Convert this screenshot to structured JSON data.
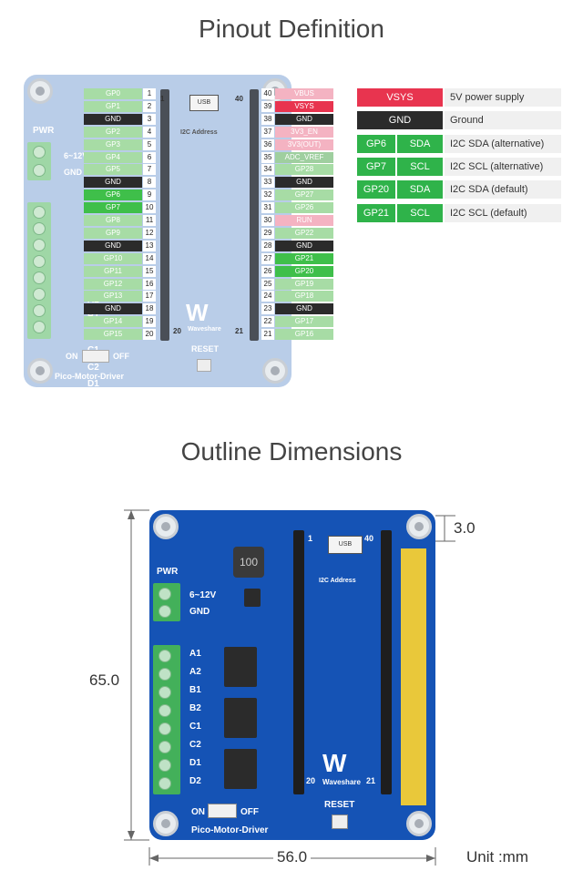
{
  "titles": {
    "pinout": "Pinout Definition",
    "outline": "Outline Dimensions"
  },
  "board": {
    "pwr": "PWR",
    "voltage": "6~12V",
    "gnd": "GND",
    "motor_labels": [
      "A1",
      "A2",
      "B1",
      "B2",
      "C1",
      "C2",
      "D1",
      "D2"
    ],
    "on": "ON",
    "off": "OFF",
    "reset": "RESET",
    "name": "Pico-Motor-Driver",
    "brand": "Waveshare",
    "usb": "USB",
    "i2c_address": "I2C Address",
    "inductor": "100",
    "header_num_top_left": "1",
    "header_num_top_right": "40",
    "header_num_bottom_left": "20",
    "header_num_bottom_right": "21"
  },
  "pins_left": [
    {
      "n": "1",
      "label": "GP0",
      "type": "gp"
    },
    {
      "n": "2",
      "label": "GP1",
      "type": "gp"
    },
    {
      "n": "3",
      "label": "GND",
      "type": "gnd"
    },
    {
      "n": "4",
      "label": "GP2",
      "type": "gp"
    },
    {
      "n": "5",
      "label": "GP3",
      "type": "gp"
    },
    {
      "n": "6",
      "label": "GP4",
      "type": "gp"
    },
    {
      "n": "7",
      "label": "GP5",
      "type": "gp"
    },
    {
      "n": "8",
      "label": "GND",
      "type": "gnd"
    },
    {
      "n": "9",
      "label": "GP6",
      "type": "gpa"
    },
    {
      "n": "10",
      "label": "GP7",
      "type": "gpa"
    },
    {
      "n": "11",
      "label": "GP8",
      "type": "gp"
    },
    {
      "n": "12",
      "label": "GP9",
      "type": "gp"
    },
    {
      "n": "13",
      "label": "GND",
      "type": "gnd"
    },
    {
      "n": "14",
      "label": "GP10",
      "type": "gp"
    },
    {
      "n": "15",
      "label": "GP11",
      "type": "gp"
    },
    {
      "n": "16",
      "label": "GP12",
      "type": "gp"
    },
    {
      "n": "17",
      "label": "GP13",
      "type": "gp"
    },
    {
      "n": "18",
      "label": "GND",
      "type": "gnd"
    },
    {
      "n": "19",
      "label": "GP14",
      "type": "gp"
    },
    {
      "n": "20",
      "label": "GP15",
      "type": "gp"
    }
  ],
  "pins_right": [
    {
      "n": "40",
      "label": "VBUS",
      "type": "pwr"
    },
    {
      "n": "39",
      "label": "VSYS",
      "type": "vsys"
    },
    {
      "n": "38",
      "label": "GND",
      "type": "gnd"
    },
    {
      "n": "37",
      "label": "3V3_EN",
      "type": "pwr"
    },
    {
      "n": "36",
      "label": "3V3(OUT)",
      "type": "pwr"
    },
    {
      "n": "35",
      "label": "ADC_VREF",
      "type": "adc"
    },
    {
      "n": "34",
      "label": "GP28",
      "type": "gp"
    },
    {
      "n": "33",
      "label": "GND",
      "type": "gnd"
    },
    {
      "n": "32",
      "label": "GP27",
      "type": "gp"
    },
    {
      "n": "31",
      "label": "GP26",
      "type": "gp"
    },
    {
      "n": "30",
      "label": "RUN",
      "type": "pwr"
    },
    {
      "n": "29",
      "label": "GP22",
      "type": "gp"
    },
    {
      "n": "28",
      "label": "GND",
      "type": "gnd"
    },
    {
      "n": "27",
      "label": "GP21",
      "type": "gpa"
    },
    {
      "n": "26",
      "label": "GP20",
      "type": "gpa"
    },
    {
      "n": "25",
      "label": "GP19",
      "type": "gp"
    },
    {
      "n": "24",
      "label": "GP18",
      "type": "gp"
    },
    {
      "n": "23",
      "label": "GND",
      "type": "gnd"
    },
    {
      "n": "22",
      "label": "GP17",
      "type": "gp"
    },
    {
      "n": "21",
      "label": "GP16",
      "type": "gp"
    }
  ],
  "legend": [
    {
      "code": "VSYS",
      "desc": "5V power supply",
      "color": "#e8344f"
    },
    {
      "code": "GND",
      "desc": "Ground",
      "color": "#2b2b2b"
    },
    {
      "code": "GP6",
      "code2": "SDA",
      "desc": "I2C SDA (alternative)",
      "color": "#2fb34a"
    },
    {
      "code": "GP7",
      "code2": "SCL",
      "desc": "I2C SCL (alternative)",
      "color": "#2fb34a"
    },
    {
      "code": "GP20",
      "code2": "SDA",
      "desc": "I2C SDA (default)",
      "color": "#2fb34a"
    },
    {
      "code": "GP21",
      "code2": "SCL",
      "desc": "I2C SCL (default)",
      "color": "#2fb34a"
    }
  ],
  "dimensions": {
    "height": "65.0",
    "width": "56.0",
    "hole_offset": "3.0",
    "unit": "Unit :mm"
  },
  "colors": {
    "gp_faded": "#a7dca5",
    "gp_active": "#3fbf4a",
    "gnd": "#2b2b2b",
    "pwr_faded": "#f4b3c2",
    "vsys": "#e8344f",
    "adc": "#9fcf9f"
  }
}
